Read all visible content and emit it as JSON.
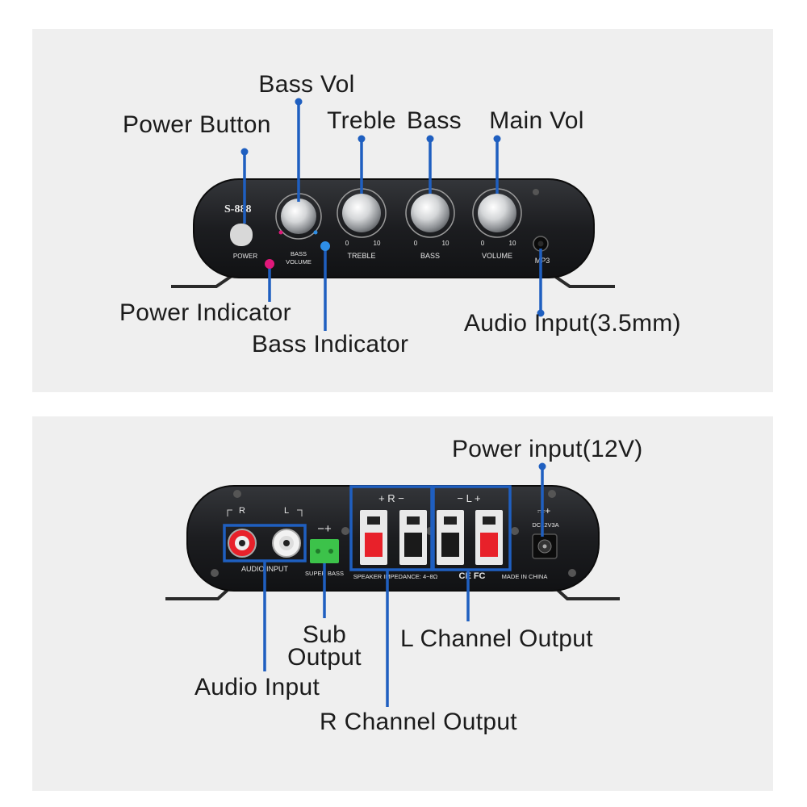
{
  "front_panel": {
    "model": "S-888",
    "power_label": "POWER",
    "bass_volume_label_1": "BASS",
    "bass_volume_label_2": "VOLUME",
    "treble_label": "TREBLE",
    "bass_label": "BASS",
    "volume_label": "VOLUME",
    "mp3_label": "MP3",
    "scale_min": "0",
    "scale_max": "10",
    "callouts": {
      "bass_vol": "Bass Vol",
      "power_button": "Power Button",
      "treble": "Treble",
      "bass": "Bass",
      "main_vol": "Main Vol",
      "power_indicator": "Power Indicator",
      "bass_indicator": "Bass Indicator",
      "audio_input": "Audio Input(3.5mm)"
    }
  },
  "back_panel": {
    "r_label": "R",
    "l_label": "L",
    "audio_input_label": "AUDIO INPUT",
    "sub_polarity": "−+",
    "super_bass_label": "SUPER BASS",
    "speaker_r_header": "+ R −",
    "speaker_l_header": "− L +",
    "impedance_label": "SPEAKER IMPEDANCE: 4~8Ω",
    "ce_label": "CE FC",
    "made_label": "MADE IN CHINA",
    "dc_label": "DC12V3A",
    "callouts": {
      "power_input": "Power input(12V)",
      "sub_output_1": "Sub",
      "sub_output_2": "Output",
      "l_channel": "L Channel Output",
      "audio_input": "Audio Input",
      "r_channel": "R Channel Output"
    }
  },
  "colors": {
    "panel_bg": "#efefef",
    "device_body": "#1e1f22",
    "callout_line": "#1f5fc0",
    "power_led": "#e0187a",
    "bass_led": "#2e8ee6",
    "terminal_red": "#e8212a",
    "sub_terminal": "#3cc24a"
  }
}
